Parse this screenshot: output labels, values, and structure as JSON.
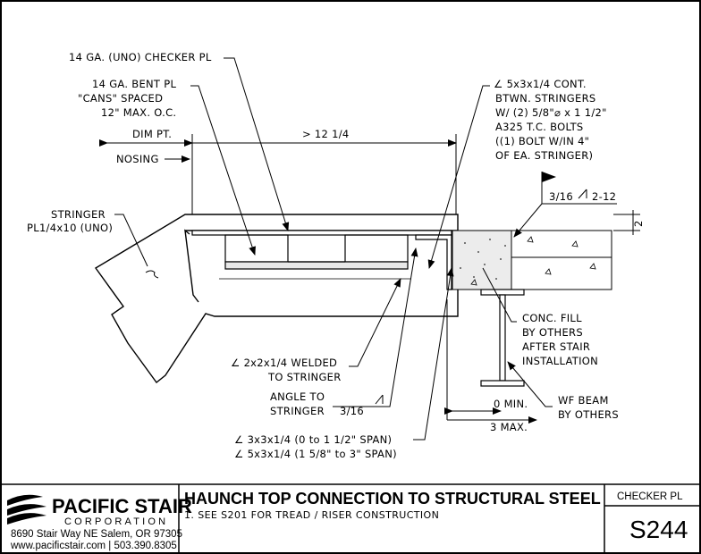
{
  "labels": {
    "checker_pl": "14 GA. (UNO) CHECKER PL",
    "bent_pl_1": "14 GA. BENT PL",
    "bent_pl_2": "\"CANS\" SPACED",
    "bent_pl_3": "12\" MAX. O.C.",
    "angle_cont_1": "∠ 5x3x1/4 CONT.",
    "angle_cont_2": "BTWN. STRINGERS",
    "angle_cont_3": "W/ (2) 5/8\"⌀ x 1 1/2\"",
    "angle_cont_4": "A325 T.C. BOLTS",
    "angle_cont_5": "((1) BOLT W/IN 4\"",
    "angle_cont_6": "OF EA. STRINGER)",
    "dim_pt": "DIM PT.",
    "dim_gt": "> 12 1/4",
    "nosing": "NOSING",
    "stringer_1": "STRINGER",
    "stringer_2": "PL1/4x10 (UNO)",
    "weld_3_16": "3/16",
    "weld_2_12": "2-12",
    "dim_2": "2",
    "conc_1": "CONC. FILL",
    "conc_2": "BY OTHERS",
    "conc_3": "AFTER STAIR",
    "conc_4": "INSTALLATION",
    "angle_2x2_1": "∠ 2x2x1/4 WELDED",
    "angle_2x2_2": "TO STRINGER",
    "angle_to_1": "ANGLE TO",
    "angle_to_2": "STRINGER",
    "weld_angle": "3/16",
    "wf_1": "WF BEAM",
    "wf_2": "BY OTHERS",
    "zero_min": "0 MIN.",
    "three_max": "3 MAX.",
    "angle_3x3": "∠ 3x3x1/4 (0 to 1 1/2\" SPAN)",
    "angle_5x3": "∠ 5x3x1/4 (1 5/8\" to 3\" SPAN)"
  },
  "title_block": {
    "company": "PACIFIC STAIR",
    "corporation": "CORPORATION",
    "address": "8690 Stair Way NE Salem, OR 97305",
    "contact": "www.pacificstair.com  |  503.390.8305",
    "title": "HAUNCH TOP CONNECTION TO STRUCTURAL STEEL",
    "note": "1.  SEE S201 FOR TREAD / RISER CONSTRUCTION",
    "category": "CHECKER PL",
    "sheet": "S244"
  }
}
